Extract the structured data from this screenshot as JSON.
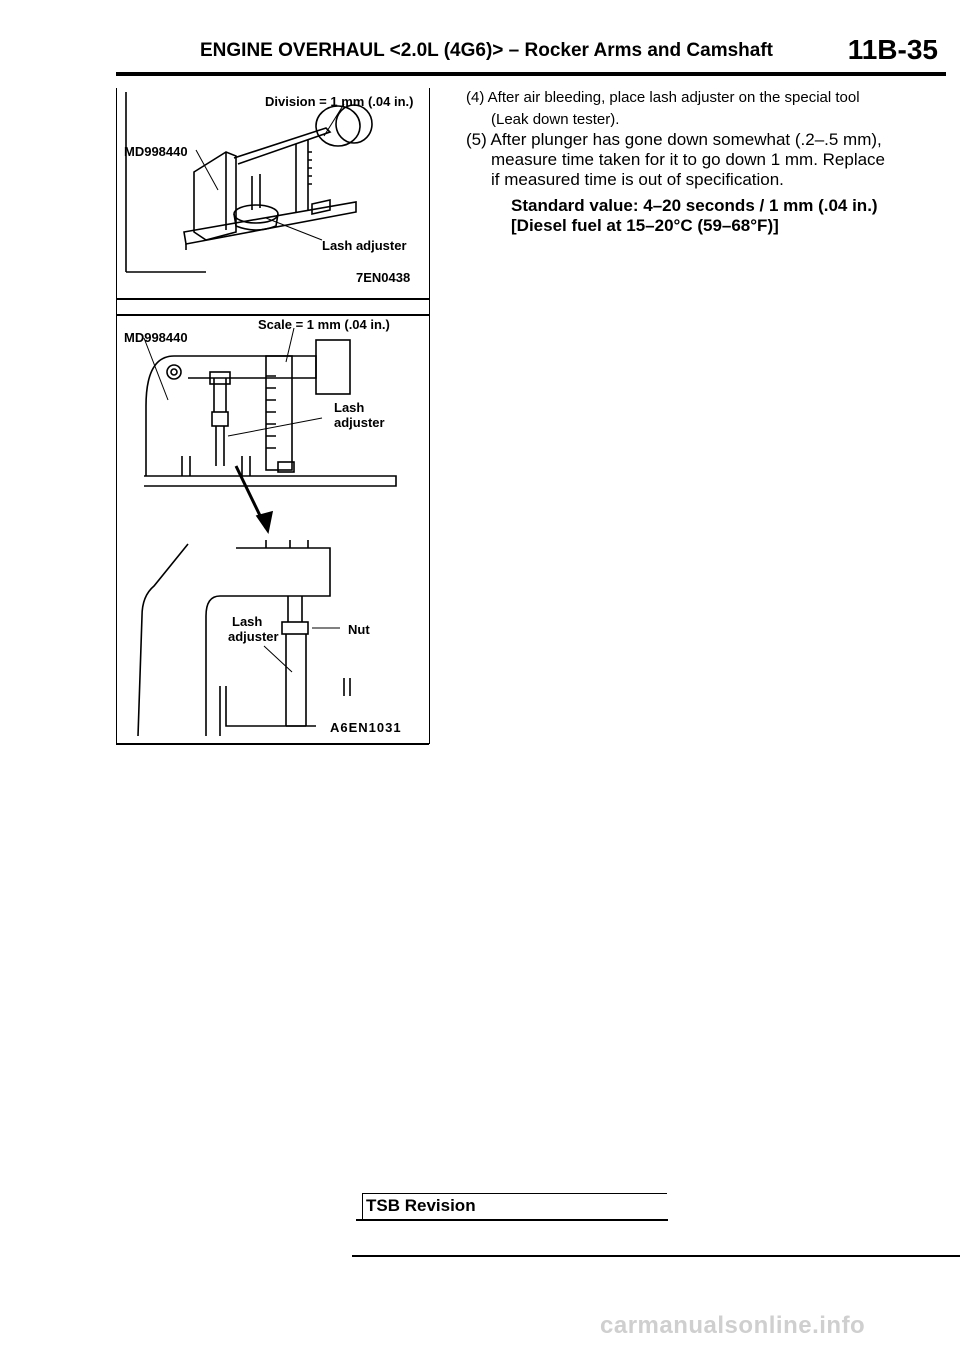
{
  "header": {
    "title": "ENGINE OVERHAUL <2.0L (4G6)> – Rocker Arms and Camshaft",
    "page_number": "11B-35"
  },
  "figure1": {
    "division_label": "Division = 1 mm (.04 in.)",
    "tool_label": "MD998440",
    "lash_adjuster_label": "Lash adjuster",
    "figure_code": "7EN0438"
  },
  "figure2": {
    "scale_label": "Scale = 1 mm (.04 in.)",
    "tool_label": "MD998440",
    "lash_label_line1": "Lash",
    "lash_label_line2": "adjuster",
    "lower_lash_line1": "Lash",
    "lower_lash_line2": "adjuster",
    "nut_label": "Nut",
    "figure_code": "A6EN1031"
  },
  "steps": {
    "step4_line1": "(4) After air bleeding, place lash adjuster on the special tool",
    "step4_line2": "(Leak down tester).",
    "step5_line1": "(5) After plunger has gone down somewhat (.2–.5 mm),",
    "step5_line2": "measure time taken for it to go down 1 mm. Replace",
    "step5_line3": "if measured time is out of specification."
  },
  "spec": {
    "line1": "Standard value: 4–20 seconds / 1 mm (.04 in.)",
    "line2": "[Diesel fuel at 15–20°C (59–68°F)]"
  },
  "footer": {
    "tsb_label": "TSB Revision",
    "watermark": "carmanualsonline.info"
  }
}
